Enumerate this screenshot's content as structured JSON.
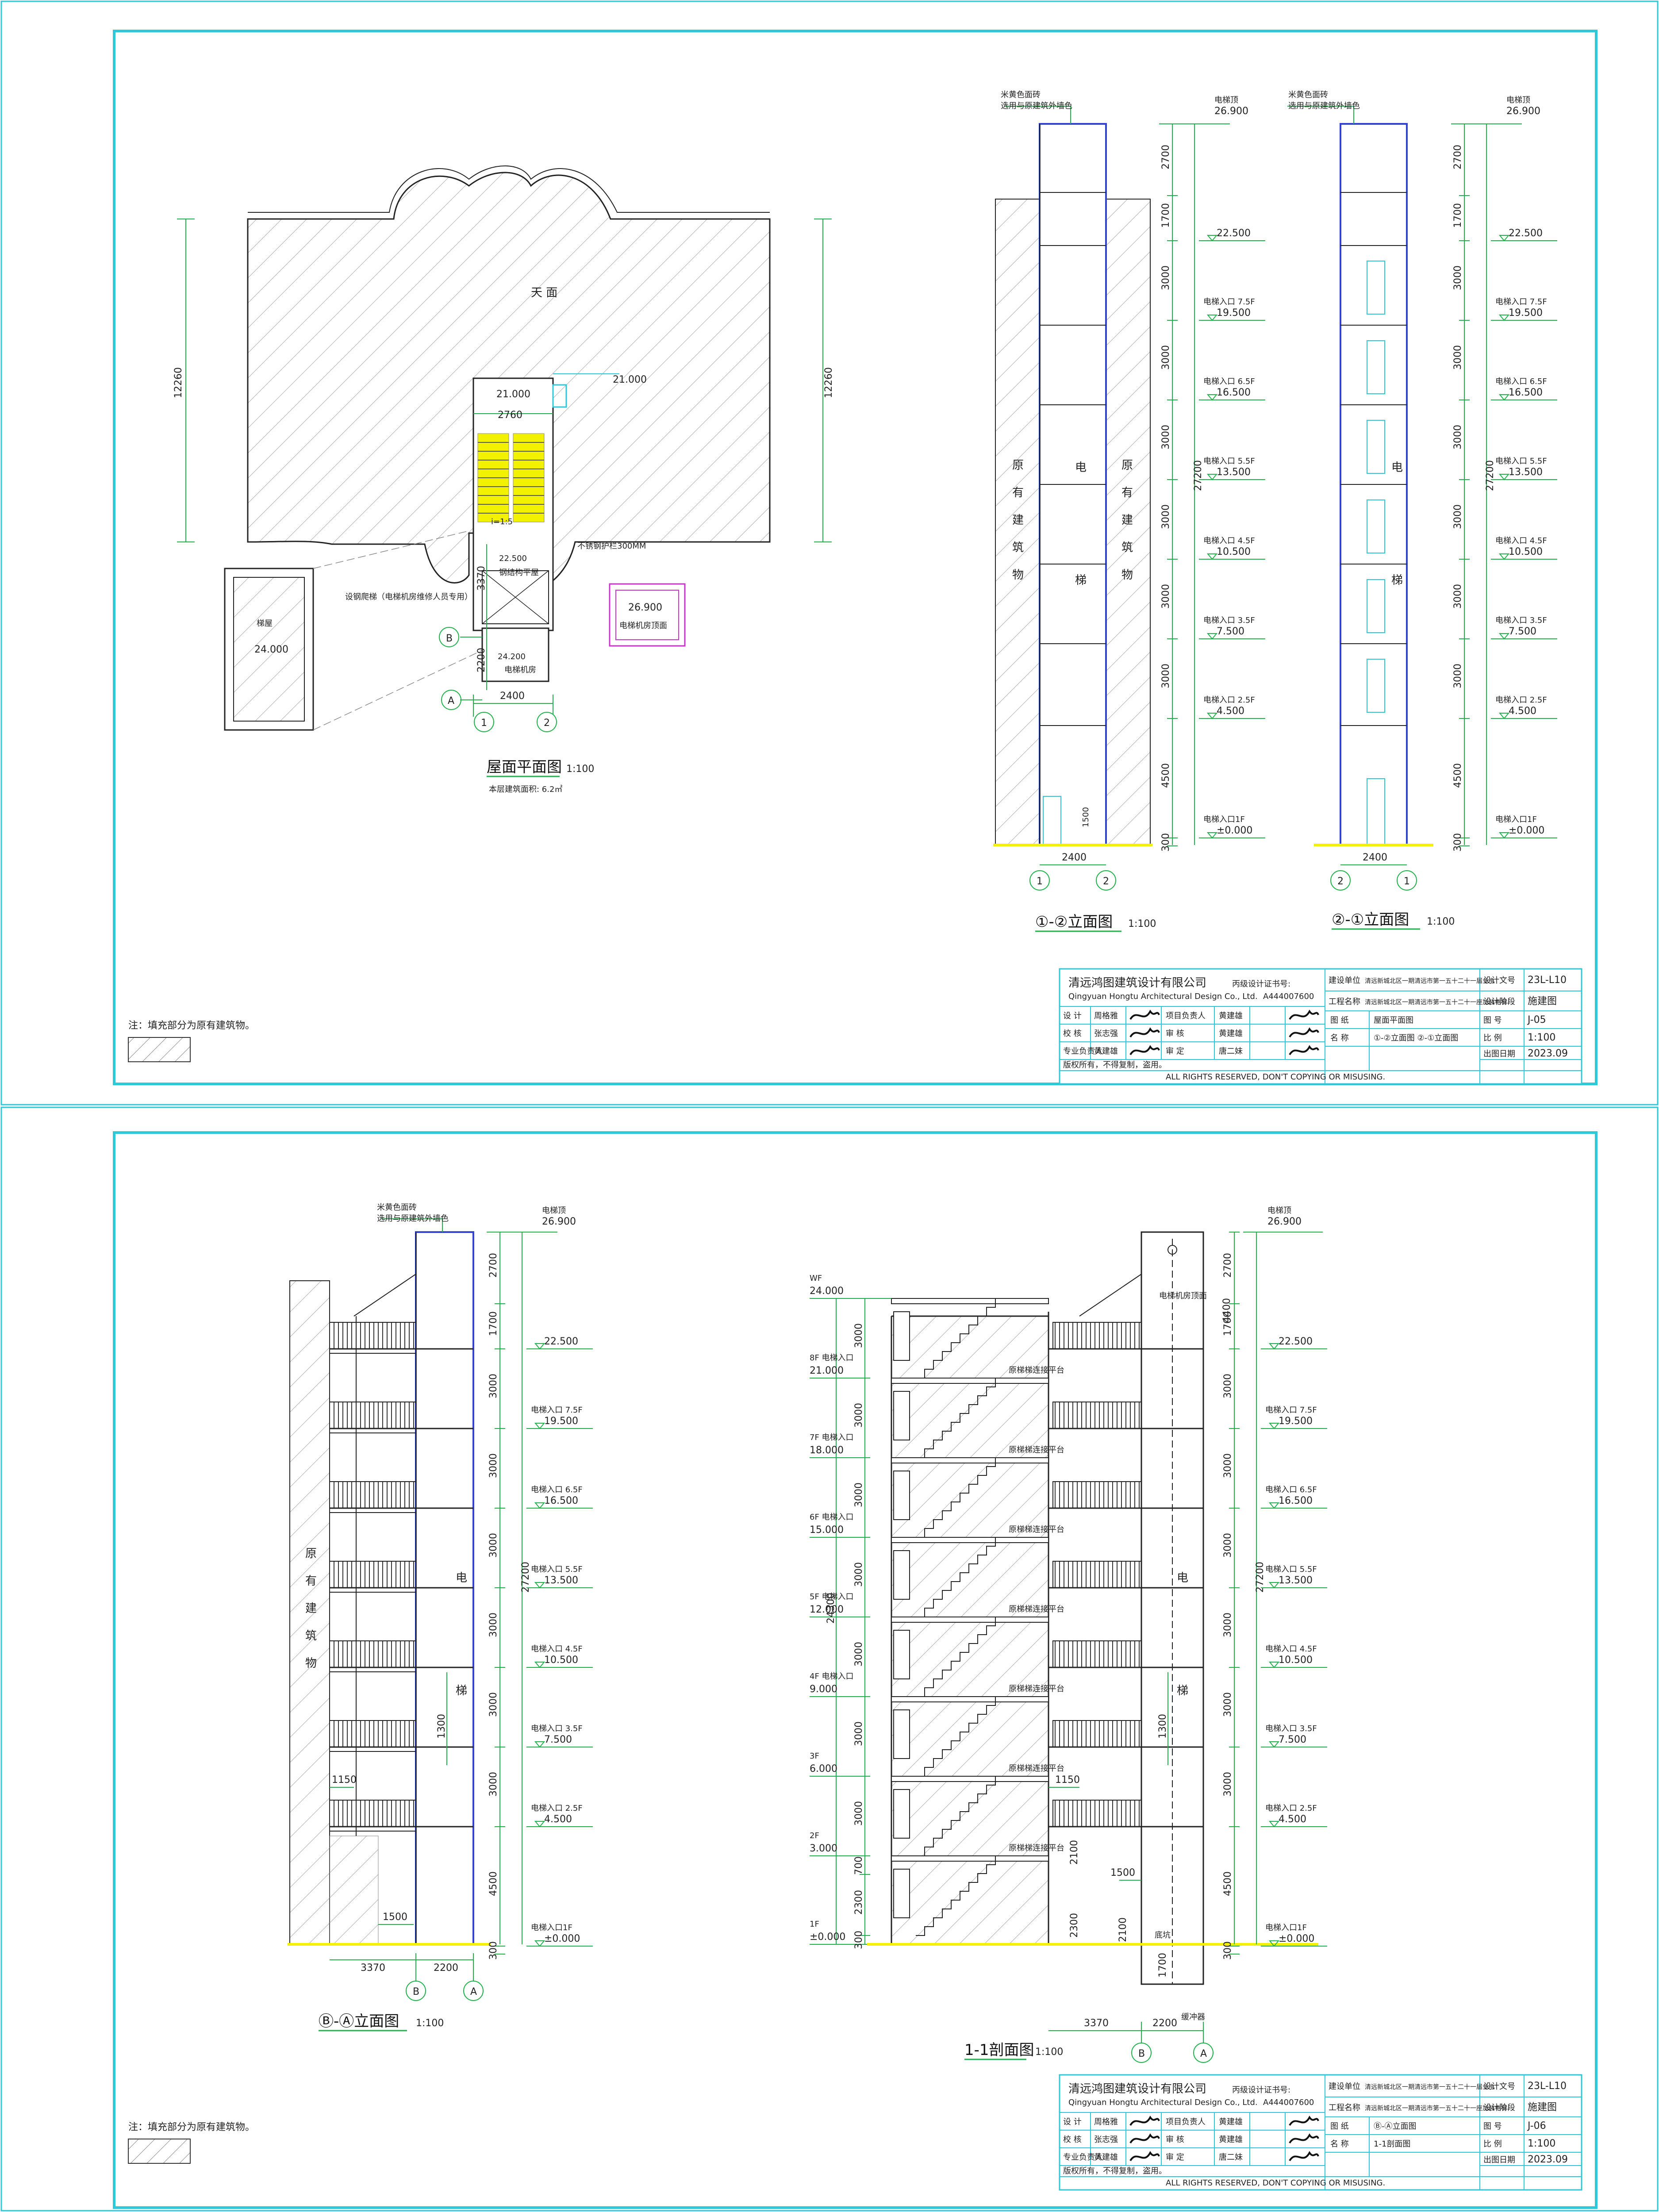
{
  "colors": {
    "border": "#2fc8d8",
    "dim": "#22b14c",
    "elevator": "#3344cc",
    "hatch": "#999999",
    "yellow": "#f2f200",
    "magenta": "#cc33cc"
  },
  "sheet1": {
    "plan": {
      "label_roof": "天 面",
      "dim_12260_left": "12260",
      "dim_12260_right": "12260",
      "level_21000_a": "21.000",
      "level_21000_b": "21.000",
      "dim_2760": "2760",
      "slope": "i=1:5",
      "rail_note": "不锈钢护栏300MM",
      "level_22500": "22.500",
      "machine_note": "钢结构平屋",
      "ladder_note": "设钢爬梯（电梯机房维修人员专用）",
      "stair_room": "梯屋",
      "level_24000": "24.000",
      "level_26900": "26.900",
      "machine_roof": "电梯机房顶面",
      "level_24200": "24.200",
      "machine_room": "电梯机房",
      "dim_3370": "3370",
      "dim_2200": "2200",
      "dim_2400": "2400",
      "axis_B": "B",
      "axis_A": "A",
      "axis_1": "1",
      "axis_2": "2",
      "title": "屋面平面图",
      "scale": "1:100",
      "subtitle": "本层建筑面积: 6.2㎡"
    },
    "elev12": {
      "top_note1": "米黄色面砖",
      "top_note2": "选用与原建筑外墙色",
      "roof_label": "电梯顶",
      "level_top": "26.900",
      "dims": [
        "2700",
        "1700",
        "3000",
        "3000",
        "3000",
        "3000",
        "3000",
        "3000",
        "4500",
        "300"
      ],
      "total": "27200",
      "levels": [
        {
          "label": "",
          "value": "22.500"
        },
        {
          "label": "电梯入口 7.5F",
          "value": "19.500"
        },
        {
          "label": "电梯入口 6.5F",
          "value": "16.500"
        },
        {
          "label": "电梯入口 5.5F",
          "value": "13.500"
        },
        {
          "label": "电梯入口 4.5F",
          "value": "10.500"
        },
        {
          "label": "电梯入口 3.5F",
          "value": "7.500"
        },
        {
          "label": "电梯入口 2.5F",
          "value": "4.500"
        },
        {
          "label": "电梯入口1F",
          "value": "±0.000"
        }
      ],
      "existing": [
        "原",
        "有",
        "建",
        "筑",
        "物"
      ],
      "existing2": [
        "原",
        "有",
        "建",
        "筑",
        "物"
      ],
      "elev_chars": [
        "电",
        "梯"
      ],
      "door_h": "1500",
      "width": "2400",
      "axis_left": "1",
      "axis_right": "2",
      "title": "①-②立面图",
      "scale": "1:100"
    },
    "elev21": {
      "top_note1": "米黄色面砖",
      "top_note2": "选用与原建筑外墙色",
      "roof_label": "电梯顶",
      "level_top": "26.900",
      "dims": [
        "2700",
        "1700",
        "3000",
        "3000",
        "3000",
        "3000",
        "3000",
        "3000",
        "4500",
        "300"
      ],
      "total": "27200",
      "levels": [
        {
          "label": "",
          "value": "22.500"
        },
        {
          "label": "电梯入口 7.5F",
          "value": "19.500"
        },
        {
          "label": "电梯入口 6.5F",
          "value": "16.500"
        },
        {
          "label": "电梯入口 5.5F",
          "value": "13.500"
        },
        {
          "label": "电梯入口 4.5F",
          "value": "10.500"
        },
        {
          "label": "电梯入口 3.5F",
          "value": "7.500"
        },
        {
          "label": "电梯入口 2.5F",
          "value": "4.500"
        },
        {
          "label": "电梯入口1F",
          "value": "±0.000"
        }
      ],
      "elev_chars": [
        "电",
        "梯"
      ],
      "width": "2400",
      "axis_left": "2",
      "axis_right": "1",
      "title": "②-①立面图",
      "scale": "1:100"
    },
    "note": "注：填充部分为原有建筑物。",
    "titleblock": {
      "company": "清远鸿图建筑设计有限公司",
      "company_en": "Qingyuan Hongtu Architectural Design Co., Ltd.",
      "cert_label": "丙级设计证书号:",
      "cert_no": "A444007600",
      "client_label": "建设单位",
      "client": "清远新城北区一期清远市第一五十二十一届业主",
      "project_label": "工程名称",
      "project": "清远新城北区一期清远市第一五十二十一座加装电梯",
      "design_no_label": "设计文号",
      "design_no": "23L-L10",
      "stage_label": "设计阶段",
      "stage": "施建图",
      "rows": [
        {
          "role": "设 计",
          "name": "周格雅",
          "role2": "项目负责人",
          "name2": "黄建雄"
        },
        {
          "role": "校 核",
          "name": "张志强",
          "role2": "审 核",
          "name2": "黄建雄"
        },
        {
          "role": "专业负责人",
          "name": "黄建雄",
          "role2": "审 定",
          "name2": "唐二妹"
        }
      ],
      "drawing_label": "图 纸",
      "name_label": "名 称",
      "drawing_name1": "屋面平面图",
      "drawing_name2": "①-②立面图 ②-①立面图",
      "no_label": "图 号",
      "no": "J-05",
      "scale_label": "比 例",
      "scale": "1:100",
      "date_label": "出图日期",
      "date": "2023.09",
      "copyright": "版权所有，不得复制，盗用。",
      "copyright_en": "ALL RIGHTS RESERVED, DON'T COPYING OR MISUSING."
    }
  },
  "sheet2": {
    "elevBA": {
      "top_note1": "米黄色面砖",
      "top_note2": "选用与原建筑外墙色",
      "roof_label": "电梯顶",
      "level_top": "26.900",
      "dims": [
        "2700",
        "1700",
        "3000",
        "3000",
        "3000",
        "3000",
        "3000",
        "3000",
        "4500",
        "300"
      ],
      "total": "27200",
      "levels": [
        {
          "label": "",
          "value": "22.500"
        },
        {
          "label": "电梯入口 7.5F",
          "value": "19.500"
        },
        {
          "label": "电梯入口 6.5F",
          "value": "16.500"
        },
        {
          "label": "电梯入口 5.5F",
          "value": "13.500"
        },
        {
          "label": "电梯入口 4.5F",
          "value": "10.500"
        },
        {
          "label": "电梯入口 3.5F",
          "value": "7.500"
        },
        {
          "label": "电梯入口 2.5F",
          "value": "4.500"
        },
        {
          "label": "电梯入口1F",
          "value": "±0.000"
        }
      ],
      "existing": [
        "原",
        "有",
        "建",
        "筑",
        "物"
      ],
      "elev_chars": [
        "电",
        "梯"
      ],
      "dim_1150": "1150",
      "dim_1300": "1300",
      "dim_1500": "1500",
      "width1": "3370",
      "width2": "2200",
      "axis_left": "B",
      "axis_right": "A",
      "title": "Ⓑ-Ⓐ立面图",
      "scale": "1:100"
    },
    "section": {
      "roof_label": "电梯顶",
      "level_top": "26.900",
      "machine_roof": "电梯机房顶面",
      "left_levels": [
        {
          "label": "WF",
          "value": "24.000"
        },
        {
          "label": "8F 电梯入口",
          "value": "21.000"
        },
        {
          "label": "7F 电梯入口",
          "value": "18.000"
        },
        {
          "label": "6F 电梯入口",
          "value": "15.000"
        },
        {
          "label": "5F 电梯入口",
          "value": "12.000"
        },
        {
          "label": "4F 电梯入口",
          "value": "9.000"
        },
        {
          "label": "3F",
          "value": "6.000"
        },
        {
          "label": "2F",
          "value": "3.000"
        },
        {
          "label": "1F",
          "value": "±0.000"
        }
      ],
      "left_dims": [
        "3000",
        "3000",
        "3000",
        "3000",
        "3000",
        "3000",
        "3000",
        "700",
        "2300",
        "300"
      ],
      "left_total": "24300",
      "platform": "原梯梯连接平台",
      "right_dims": [
        "2700",
        "1700",
        "3000",
        "3000",
        "3000",
        "3000",
        "3000",
        "3000",
        "4500",
        "300"
      ],
      "right_total": "27200",
      "dim_4400": "4400",
      "levels": [
        {
          "label": "",
          "value": "22.500"
        },
        {
          "label": "电梯入口 7.5F",
          "value": "19.500"
        },
        {
          "label": "电梯入口 6.5F",
          "value": "16.500"
        },
        {
          "label": "电梯入口 5.5F",
          "value": "13.500"
        },
        {
          "label": "电梯入口 4.5F",
          "value": "10.500"
        },
        {
          "label": "电梯入口 3.5F",
          "value": "7.500"
        },
        {
          "label": "电梯入口 2.5F",
          "value": "4.500"
        },
        {
          "label": "电梯入口1F",
          "value": "±0.000"
        }
      ],
      "elev_chars": [
        "电",
        "梯"
      ],
      "dim_1150": "1150",
      "dim_1300": "1300",
      "dim_1500": "1500",
      "dim_2100a": "2100",
      "dim_2100b": "2100",
      "dim_2300": "2300",
      "dim_1700": "1700",
      "pit": "底坑",
      "pit2": "缓冲器",
      "width1": "3370",
      "width2": "2200",
      "axis_left": "B",
      "axis_right": "A",
      "title": "1-1剖面图",
      "scale": "1:100"
    },
    "note": "注：填充部分为原有建筑物。",
    "titleblock": {
      "company": "清远鸿图建筑设计有限公司",
      "company_en": "Qingyuan Hongtu Architectural Design Co., Ltd.",
      "cert_label": "丙级设计证书号:",
      "cert_no": "A444007600",
      "client_label": "建设单位",
      "client": "清远新城北区一期清远市第一五十二十一届业主",
      "project_label": "工程名称",
      "project": "清远新城北区一期清远市第一五十二十一座加装电梯",
      "design_no_label": "设计文号",
      "design_no": "23L-L10",
      "stage_label": "设计阶段",
      "stage": "施建图",
      "rows": [
        {
          "role": "设 计",
          "name": "周格雅",
          "role2": "项目负责人",
          "name2": "黄建雄"
        },
        {
          "role": "校 核",
          "name": "张志强",
          "role2": "审 核",
          "name2": "黄建雄"
        },
        {
          "role": "专业负责人",
          "name": "黄建雄",
          "role2": "审 定",
          "name2": "唐二妹"
        }
      ],
      "drawing_label": "图 纸",
      "name_label": "名 称",
      "drawing_name1": "Ⓑ-Ⓐ立面图",
      "drawing_name2": "1-1剖面图",
      "no_label": "图 号",
      "no": "J-06",
      "scale_label": "比 例",
      "scale": "1:100",
      "date_label": "出图日期",
      "date": "2023.09",
      "copyright": "版权所有，不得复制，盗用。",
      "copyright_en": "ALL RIGHTS RESERVED, DON'T COPYING OR MISUSING."
    }
  }
}
